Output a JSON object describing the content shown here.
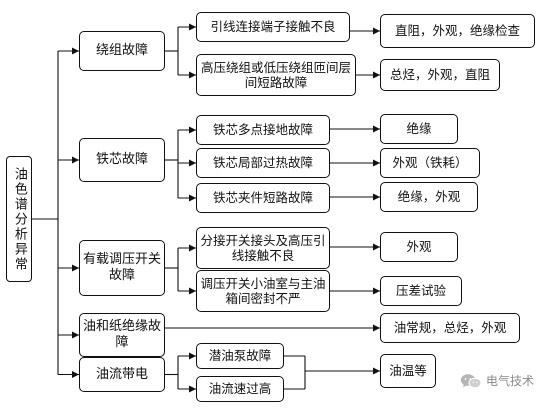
{
  "root": {
    "label": "油色谱分析异常"
  },
  "categories": [
    {
      "label": "绕组故障"
    },
    {
      "label": "铁芯故障"
    },
    {
      "label": "有载调压开关故障"
    },
    {
      "label": "油和纸绝缘故障"
    },
    {
      "label": "油流带电"
    }
  ],
  "causes": [
    {
      "label": "引线连接端子接触不良"
    },
    {
      "label": "高压绕组或低压绕组匝间层间短路故障"
    },
    {
      "label": "铁芯多点接地故障"
    },
    {
      "label": "铁芯局部过热故障"
    },
    {
      "label": "铁芯夹件短路故障"
    },
    {
      "label": "分接开关接头及高压引线接触不良"
    },
    {
      "label": "调压开关小油室与主油箱间密封不严"
    },
    {
      "label": "潜油泵故障"
    },
    {
      "label": "油流速过高"
    }
  ],
  "checks": [
    {
      "label": "直阻，外观，绝缘检查"
    },
    {
      "label": "总烃，外观，直阻"
    },
    {
      "label": "绝缘"
    },
    {
      "label": "外观（铁耗）"
    },
    {
      "label": "绝缘，外观"
    },
    {
      "label": "外观"
    },
    {
      "label": "压差试验"
    },
    {
      "label": "油常规，总烃，外观"
    },
    {
      "label": "油温等"
    }
  ],
  "watermark": {
    "text": "电气技术",
    "icon": "wechat-icon"
  }
}
